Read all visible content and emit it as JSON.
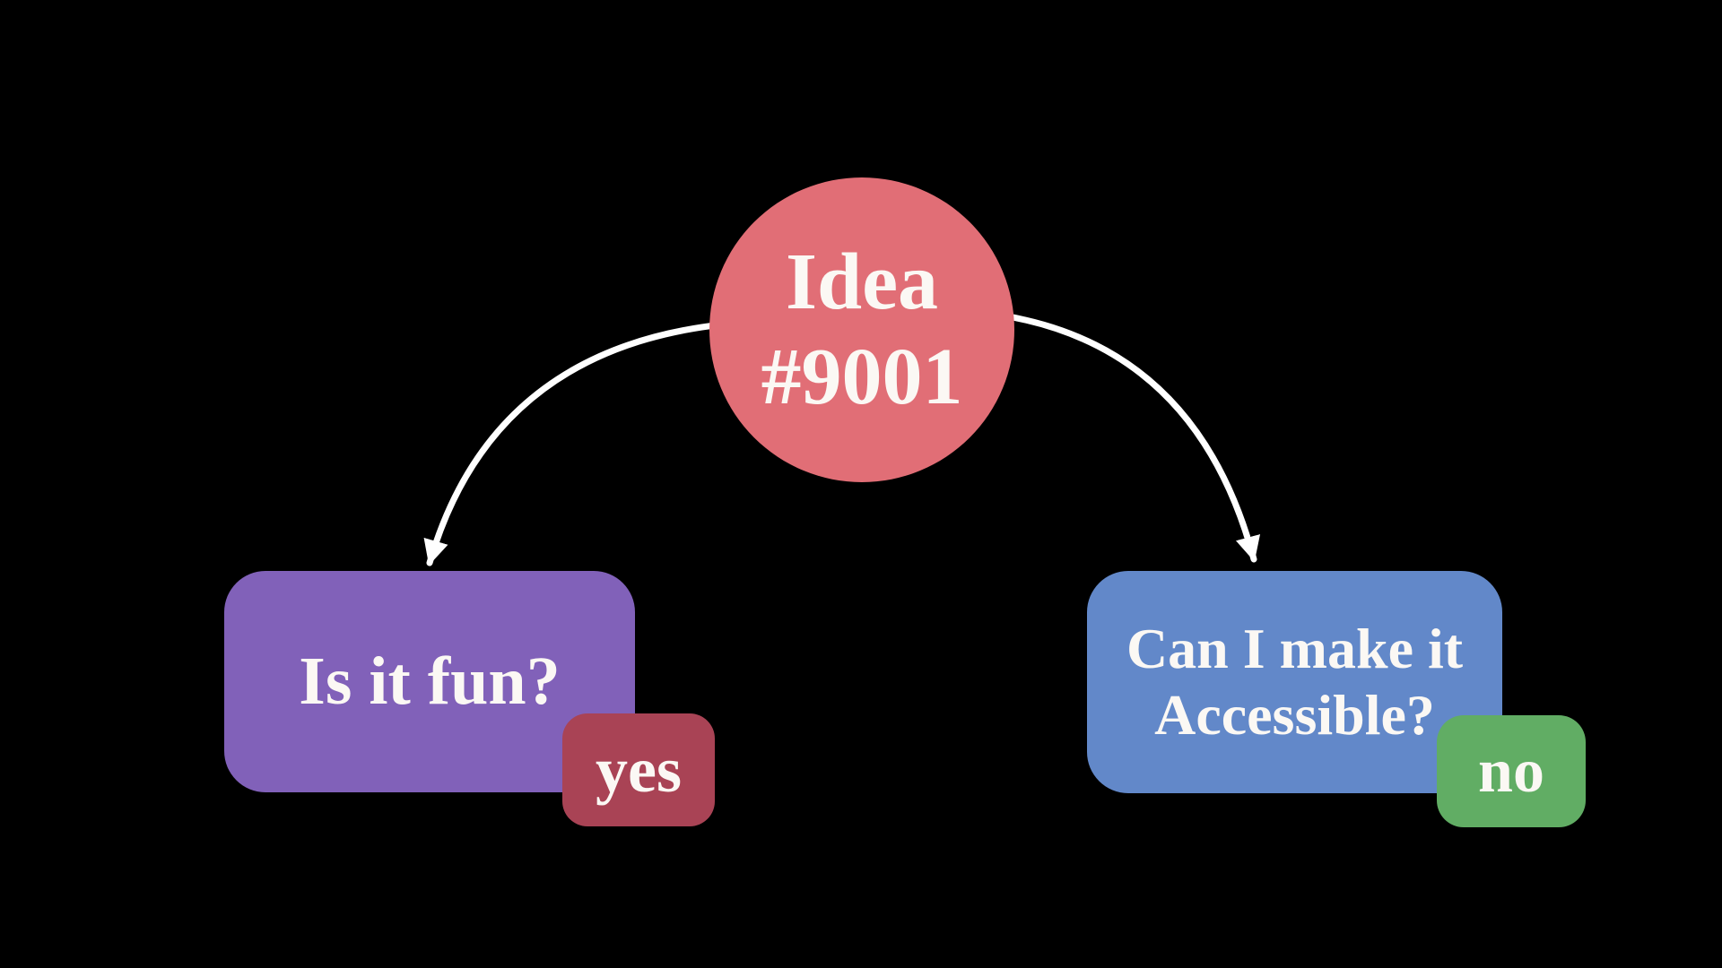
{
  "canvas": {
    "background_color": "#000000",
    "text_color": "#FBF8F4"
  },
  "flowchart": {
    "root_node": {
      "label_lines": [
        "Idea",
        "#9001"
      ],
      "fill_color": "#E16E76"
    },
    "left_node": {
      "question": "Is it fun?",
      "fill_color": "#8161B9",
      "answer_badge": {
        "label": "yes",
        "fill_color": "#A94355"
      }
    },
    "right_node": {
      "question_lines": [
        "Can I make it",
        "Accessible?"
      ],
      "fill_color": "#6288C9",
      "answer_badge": {
        "label": "no",
        "fill_color": "#61AD64"
      }
    },
    "connector_color": "#FFFFFF"
  }
}
